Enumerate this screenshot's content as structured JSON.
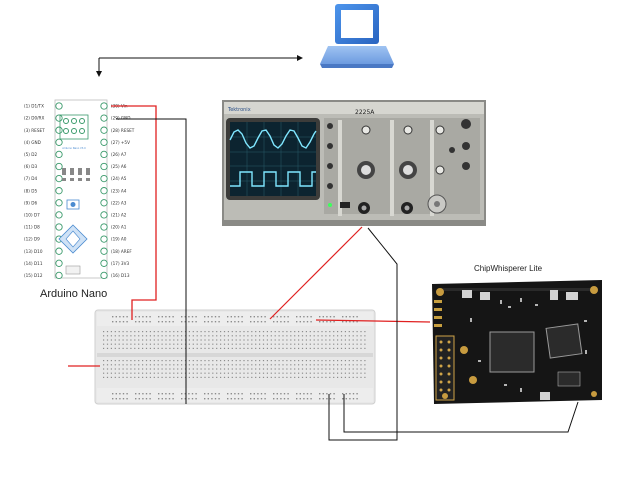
{
  "labels": {
    "arduino": "Arduino Nano",
    "chipwhisperer": "ChipWhisperer Lite",
    "oscilloscope_model": "2225A",
    "oscilloscope_brand": "Tektronix",
    "arduino_chip_text": "Arduino Nano V3.0"
  },
  "arduino_pins": {
    "left": [
      "(1) D1/TX",
      "(2) D0/RX",
      "(3) RESET",
      "(4) GND",
      "(5) D2",
      "(6) D3",
      "(7) D4",
      "(8) D5",
      "(9) D6",
      "(10) D7",
      "(11) D8",
      "(12) D9",
      "(13) D10",
      "(14) D11",
      "(15) D12"
    ],
    "right": [
      "(30) Vin",
      "(29) GND",
      "(28) RESET",
      "(27) +5V",
      "(26) A7",
      "(25) A6",
      "(24) A5",
      "(23) A4",
      "(22) A3",
      "(21) A2",
      "(20) A1",
      "(19) A0",
      "(18) AREF",
      "(17) 3V3",
      "(16) D13"
    ]
  },
  "colors": {
    "wire_red": "#e02020",
    "wire_black": "#111111",
    "laptop_blue": "#3b7ddd",
    "pcb_black": "#1a1a1a",
    "breadboard": "#e4e4e4",
    "scope_body": "#b8b8b2"
  },
  "icons": {
    "computer": "laptop-icon"
  }
}
